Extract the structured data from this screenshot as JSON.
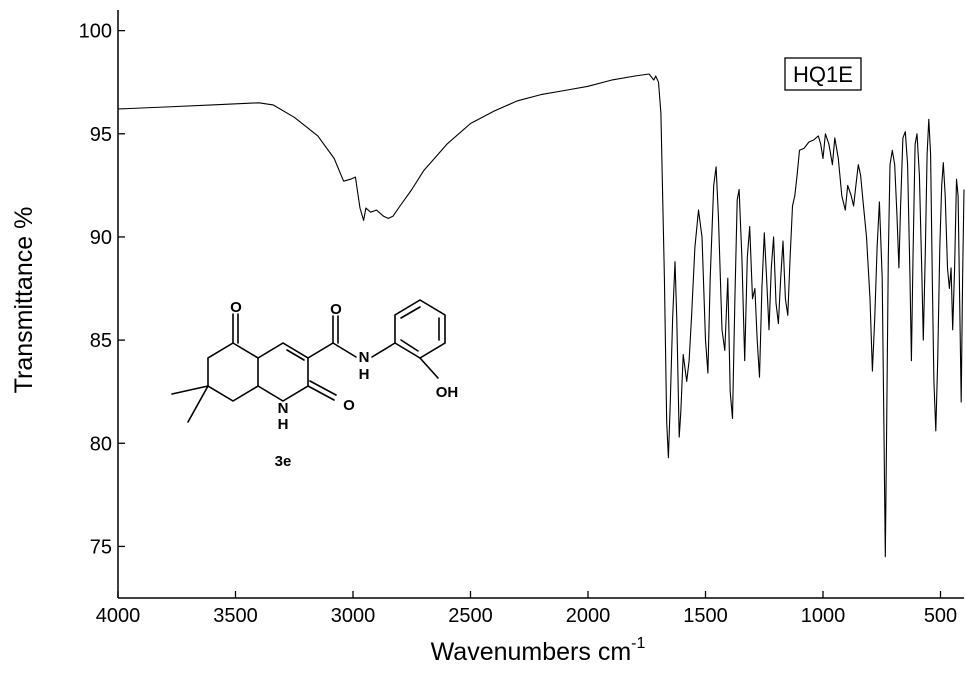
{
  "chart_data": {
    "type": "line",
    "title": "",
    "xlabel": "Wavenumbers cm",
    "xlabel_superscript": "-1",
    "ylabel": "Transmittance %",
    "xlim": [
      4000,
      400
    ],
    "ylim": [
      72.5,
      101
    ],
    "x_reversed": true,
    "grid": false,
    "legend_position": "top-right",
    "x_ticks": [
      4000,
      3500,
      3000,
      2500,
      2000,
      1500,
      1000,
      500
    ],
    "y_ticks": [
      75,
      80,
      85,
      90,
      95,
      100
    ],
    "series": [
      {
        "name": "HQ1E",
        "color": "#000000",
        "points": [
          [
            4000,
            96.2
          ],
          [
            3800,
            96.3
          ],
          [
            3600,
            96.4
          ],
          [
            3400,
            96.5
          ],
          [
            3340,
            96.4
          ],
          [
            3250,
            95.8
          ],
          [
            3150,
            94.9
          ],
          [
            3080,
            93.8
          ],
          [
            3040,
            92.7
          ],
          [
            3010,
            92.8
          ],
          [
            2990,
            92.9
          ],
          [
            2970,
            91.4
          ],
          [
            2955,
            90.8
          ],
          [
            2945,
            91.4
          ],
          [
            2925,
            91.2
          ],
          [
            2900,
            91.3
          ],
          [
            2870,
            91.0
          ],
          [
            2850,
            90.9
          ],
          [
            2830,
            91.0
          ],
          [
            2800,
            91.5
          ],
          [
            2750,
            92.3
          ],
          [
            2700,
            93.2
          ],
          [
            2600,
            94.5
          ],
          [
            2500,
            95.5
          ],
          [
            2400,
            96.1
          ],
          [
            2300,
            96.6
          ],
          [
            2200,
            96.9
          ],
          [
            2100,
            97.1
          ],
          [
            2000,
            97.3
          ],
          [
            1900,
            97.6
          ],
          [
            1800,
            97.8
          ],
          [
            1740,
            97.9
          ],
          [
            1720,
            97.6
          ],
          [
            1712,
            97.8
          ],
          [
            1700,
            97.5
          ],
          [
            1690,
            96.0
          ],
          [
            1675,
            88.0
          ],
          [
            1665,
            81.0
          ],
          [
            1658,
            79.3
          ],
          [
            1650,
            82.0
          ],
          [
            1640,
            86.0
          ],
          [
            1630,
            88.8
          ],
          [
            1622,
            86.0
          ],
          [
            1612,
            80.3
          ],
          [
            1605,
            81.5
          ],
          [
            1595,
            84.3
          ],
          [
            1580,
            83.0
          ],
          [
            1570,
            84.0
          ],
          [
            1560,
            86.0
          ],
          [
            1545,
            89.5
          ],
          [
            1530,
            91.3
          ],
          [
            1515,
            90.0
          ],
          [
            1500,
            85.0
          ],
          [
            1490,
            83.4
          ],
          [
            1480,
            88.0
          ],
          [
            1465,
            92.5
          ],
          [
            1455,
            93.4
          ],
          [
            1445,
            91.0
          ],
          [
            1430,
            85.5
          ],
          [
            1418,
            84.5
          ],
          [
            1405,
            88.0
          ],
          [
            1395,
            82.5
          ],
          [
            1385,
            81.2
          ],
          [
            1375,
            87.0
          ],
          [
            1365,
            91.8
          ],
          [
            1357,
            92.3
          ],
          [
            1345,
            89.0
          ],
          [
            1333,
            84.0
          ],
          [
            1322,
            89.0
          ],
          [
            1312,
            90.5
          ],
          [
            1300,
            87.0
          ],
          [
            1290,
            87.5
          ],
          [
            1280,
            85.0
          ],
          [
            1270,
            83.2
          ],
          [
            1260,
            87.5
          ],
          [
            1250,
            90.2
          ],
          [
            1240,
            88.0
          ],
          [
            1230,
            85.5
          ],
          [
            1220,
            88.5
          ],
          [
            1210,
            90.0
          ],
          [
            1200,
            86.8
          ],
          [
            1190,
            85.8
          ],
          [
            1180,
            88.0
          ],
          [
            1170,
            89.8
          ],
          [
            1160,
            87.0
          ],
          [
            1150,
            86.2
          ],
          [
            1140,
            89.0
          ],
          [
            1130,
            91.5
          ],
          [
            1120,
            92.0
          ],
          [
            1110,
            93.0
          ],
          [
            1100,
            94.2
          ],
          [
            1080,
            94.3
          ],
          [
            1060,
            94.6
          ],
          [
            1040,
            94.7
          ],
          [
            1020,
            94.9
          ],
          [
            1010,
            94.5
          ],
          [
            1000,
            93.8
          ],
          [
            990,
            95.0
          ],
          [
            975,
            94.5
          ],
          [
            960,
            93.5
          ],
          [
            950,
            94.8
          ],
          [
            935,
            93.8
          ],
          [
            920,
            92.0
          ],
          [
            905,
            91.3
          ],
          [
            895,
            92.5
          ],
          [
            880,
            92.0
          ],
          [
            870,
            91.5
          ],
          [
            860,
            92.5
          ],
          [
            850,
            93.5
          ],
          [
            840,
            93.0
          ],
          [
            830,
            91.8
          ],
          [
            815,
            90.0
          ],
          [
            800,
            87.0
          ],
          [
            790,
            83.5
          ],
          [
            780,
            86.0
          ],
          [
            770,
            89.5
          ],
          [
            760,
            91.7
          ],
          [
            748,
            88.0
          ],
          [
            740,
            80.0
          ],
          [
            735,
            74.5
          ],
          [
            730,
            80.0
          ],
          [
            722,
            89.0
          ],
          [
            715,
            93.5
          ],
          [
            705,
            94.2
          ],
          [
            695,
            93.5
          ],
          [
            685,
            91.0
          ],
          [
            677,
            88.5
          ],
          [
            670,
            91.5
          ],
          [
            660,
            94.8
          ],
          [
            650,
            95.1
          ],
          [
            640,
            93.5
          ],
          [
            630,
            88.0
          ],
          [
            624,
            84.0
          ],
          [
            617,
            89.0
          ],
          [
            608,
            94.5
          ],
          [
            600,
            95.0
          ],
          [
            590,
            93.0
          ],
          [
            580,
            88.5
          ],
          [
            573,
            85.0
          ],
          [
            565,
            89.0
          ],
          [
            557,
            94.0
          ],
          [
            550,
            95.7
          ],
          [
            542,
            94.0
          ],
          [
            535,
            88.0
          ],
          [
            528,
            83.0
          ],
          [
            520,
            80.6
          ],
          [
            512,
            84.0
          ],
          [
            503,
            89.5
          ],
          [
            495,
            92.5
          ],
          [
            488,
            93.6
          ],
          [
            480,
            92.0
          ],
          [
            470,
            88.5
          ],
          [
            462,
            87.5
          ],
          [
            455,
            88.5
          ],
          [
            448,
            85.5
          ],
          [
            440,
            88.5
          ],
          [
            432,
            92.8
          ],
          [
            425,
            92.0
          ],
          [
            418,
            86.5
          ],
          [
            412,
            82.0
          ],
          [
            406,
            88.0
          ],
          [
            400,
            92.3
          ]
        ]
      }
    ],
    "legend_label": "HQ1E"
  },
  "inset": {
    "atoms": {
      "o1": "O",
      "o2": "O",
      "o3": "O",
      "n1": "N",
      "h1": "H",
      "n2": "N",
      "h2": "H",
      "oh": "OH"
    },
    "compound_label": "3e"
  }
}
